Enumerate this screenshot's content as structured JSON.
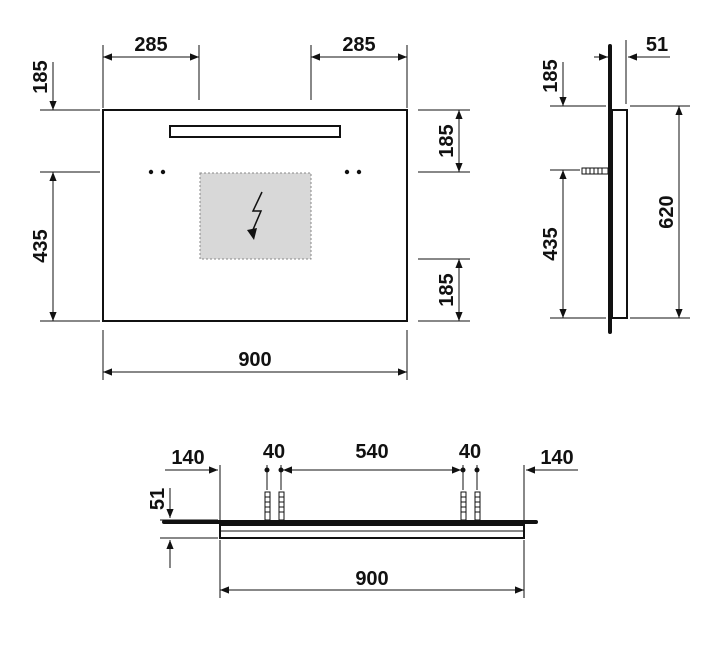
{
  "front_view": {
    "dim_top_left": "285",
    "dim_top_right": "285",
    "dim_left_upper": "185",
    "dim_left_lower": "435",
    "dim_right_upper": "185",
    "dim_right_lower": "185",
    "dim_bottom_width": "900",
    "power_icon": "lightning-bolt-icon",
    "power_area_color": "#d8d8d8"
  },
  "side_view": {
    "dim_depth": "51",
    "dim_left_upper": "185",
    "dim_left_lower": "435",
    "dim_height": "620"
  },
  "top_view": {
    "dim_left_margin": "140",
    "dim_fix_left": "40",
    "dim_between": "540",
    "dim_fix_right": "40",
    "dim_right_margin": "140",
    "dim_depth": "51",
    "dim_width": "900"
  }
}
